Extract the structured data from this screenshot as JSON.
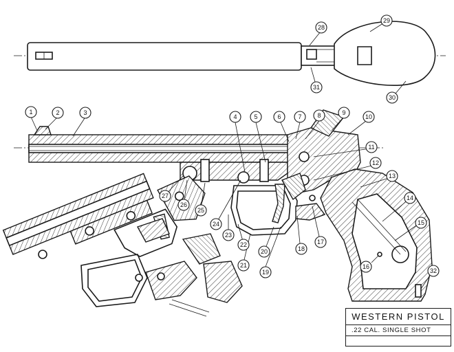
{
  "title_block": {
    "title": "WESTERN PISTOL",
    "subtitle": ".22 CAL. SINGLE SHOT"
  },
  "callouts": {
    "c1": "1",
    "c2": "2",
    "c3": "3",
    "c4": "4",
    "c5": "5",
    "c6": "6",
    "c7": "7",
    "c8": "8",
    "c9": "9",
    "c10": "10",
    "c11": "11",
    "c12": "12",
    "c13": "13",
    "c14": "14",
    "c15": "15",
    "c16": "16",
    "c17": "17",
    "c18": "18",
    "c19": "19",
    "c20": "20",
    "c21": "21",
    "c22": "22",
    "c23": "23",
    "c24": "24",
    "c25": "25",
    "c26": "26",
    "c27": "27",
    "c28": "28",
    "c29": "29",
    "c30": "30",
    "c31": "31",
    "c32": "32"
  }
}
